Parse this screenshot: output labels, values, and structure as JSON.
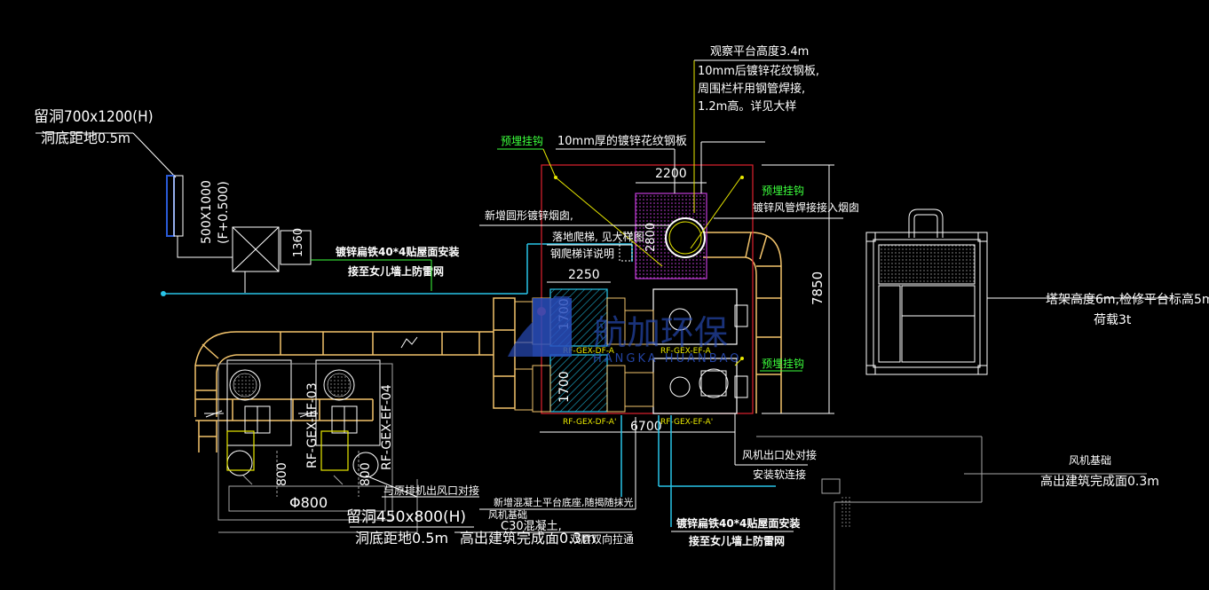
{
  "drawing": {
    "left_notes": {
      "opening_top": "留洞700x1200(H)",
      "opening_top_bottom": "洞底距地0.5m",
      "vertical_dim": "500X1000",
      "vertical_elev": "(F+0.500)",
      "box_dim": "1360",
      "ground_flat_1": "镀锌扁铁40*4贴屋面安装",
      "ground_flat_2": "接至女儿墙上防雷网"
    },
    "top_notes": {
      "platform_height": "观察平台高度3.4m",
      "plate_note_1": "10mm后镀锌花纹钢板,",
      "plate_note_2": "周围栏杆用钢管焊接,",
      "plate_note_3": "1.2m高。详见大样",
      "embed_hook_1": "预埋挂钩",
      "plate_10mm": "10mm厚的镀锌花纹钢板",
      "dim_2200": "2200",
      "embed_hook_2": "预埋挂钩",
      "galv_pipe": "镀锌风管焊接接入烟囱",
      "new_chimney": "新增圆形镀锌烟囱,",
      "ladder_1": "落地爬梯, 见大样图",
      "ladder_2": "钢爬梯详说明",
      "dim_2800": "2800",
      "dim_2250": "2250",
      "dim_1700a": "1700",
      "dim_1700b": "1700",
      "dim_7850": "7850",
      "dim_6700": "6700",
      "embed_hook_3": "预埋挂钩"
    },
    "equipment_labels": {
      "unit_a": "RF-GEX-DF-A",
      "unit_b": "RF-GEX-EF-A",
      "unit_c": "RF-GEX-DF-A'",
      "unit_d": "RF-GEX-EF-A'",
      "fan_03": "RF-GEX-EF-03",
      "fan_04": "RF-GEX-EF-04",
      "d800_1": "800",
      "d800_2": "800",
      "phi800": "Φ800"
    },
    "bottom_notes": {
      "connect_exhaust": "与原排机出风口对接",
      "concrete_platform": "新增混凝土平台底座,随揭随抹光",
      "fan_base": "风机基础",
      "c30": "C30混凝土,",
      "opening_bottom": "留洞450x800(H)",
      "opening_bottom_floor": "洞底距地0.5m",
      "floor_level": "高出建筑完成面0.3m",
      "double_pull": "双层双向拉通",
      "ground_flat_b1": "镀锌扁铁40*4贴屋面安装",
      "ground_flat_b2": "接至女儿墙上防雷网",
      "fan_outlet": "风机出口处对接",
      "soft_conn": "安装软连接"
    },
    "right_notes": {
      "tower_height": "塔架高度6m,检修平台标高5m",
      "load": "荷载3t",
      "fan_base_r": "风机基础",
      "floor_level_r": "高出建筑完成面0.3m"
    },
    "watermark": {
      "cn": "航加环保",
      "en": "HANGKA HUANBAO"
    },
    "colors": {
      "duct": "#f2c36b",
      "cyan": "#29c4e8",
      "green_text": "#3cff3c",
      "red": "#e0222e",
      "magenta": "#c23cd8",
      "white": "#ffffff",
      "gray": "#a8a8a8",
      "yellow": "#e8e800",
      "watermark_blue": "#2a4fbf"
    }
  }
}
